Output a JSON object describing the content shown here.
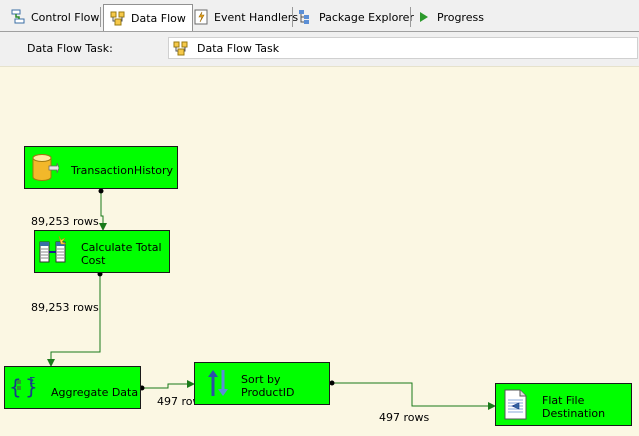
{
  "tabs": [
    {
      "label": "Control Flow",
      "icon": "control-flow-icon",
      "active": false
    },
    {
      "label": "Data Flow",
      "icon": "data-flow-icon",
      "active": true
    },
    {
      "label": "Event Handlers",
      "icon": "event-handlers-icon",
      "active": false
    },
    {
      "label": "Package Explorer",
      "icon": "package-explorer-icon",
      "active": false
    },
    {
      "label": "Progress",
      "icon": "progress-icon",
      "active": false
    }
  ],
  "task": {
    "label": "Data Flow Task:",
    "selected": "Data Flow Task"
  },
  "components": {
    "source": {
      "label": "TransactionHistory",
      "icon": "ole-db-source-icon"
    },
    "derived": {
      "label_line1": "Calculate Total",
      "label_line2": "Cost",
      "icon": "derived-column-icon"
    },
    "aggregate": {
      "label": "Aggregate Data",
      "icon": "aggregate-icon"
    },
    "sort": {
      "label_line1": "Sort by",
      "label_line2": "ProductID",
      "icon": "sort-icon"
    },
    "destination": {
      "label_line1": "Flat File",
      "label_line2": "Destination",
      "icon": "flat-file-destination-icon"
    }
  },
  "paths": {
    "p1_rows": "89,253 rows",
    "p2_rows": "89,253 rows",
    "p3_rows": "497 rows",
    "p4_rows": "497 rows"
  },
  "colors": {
    "component_fill": "#00ff00",
    "path_line": "#1a7a1a",
    "canvas_bg": "#fbf7e3"
  }
}
